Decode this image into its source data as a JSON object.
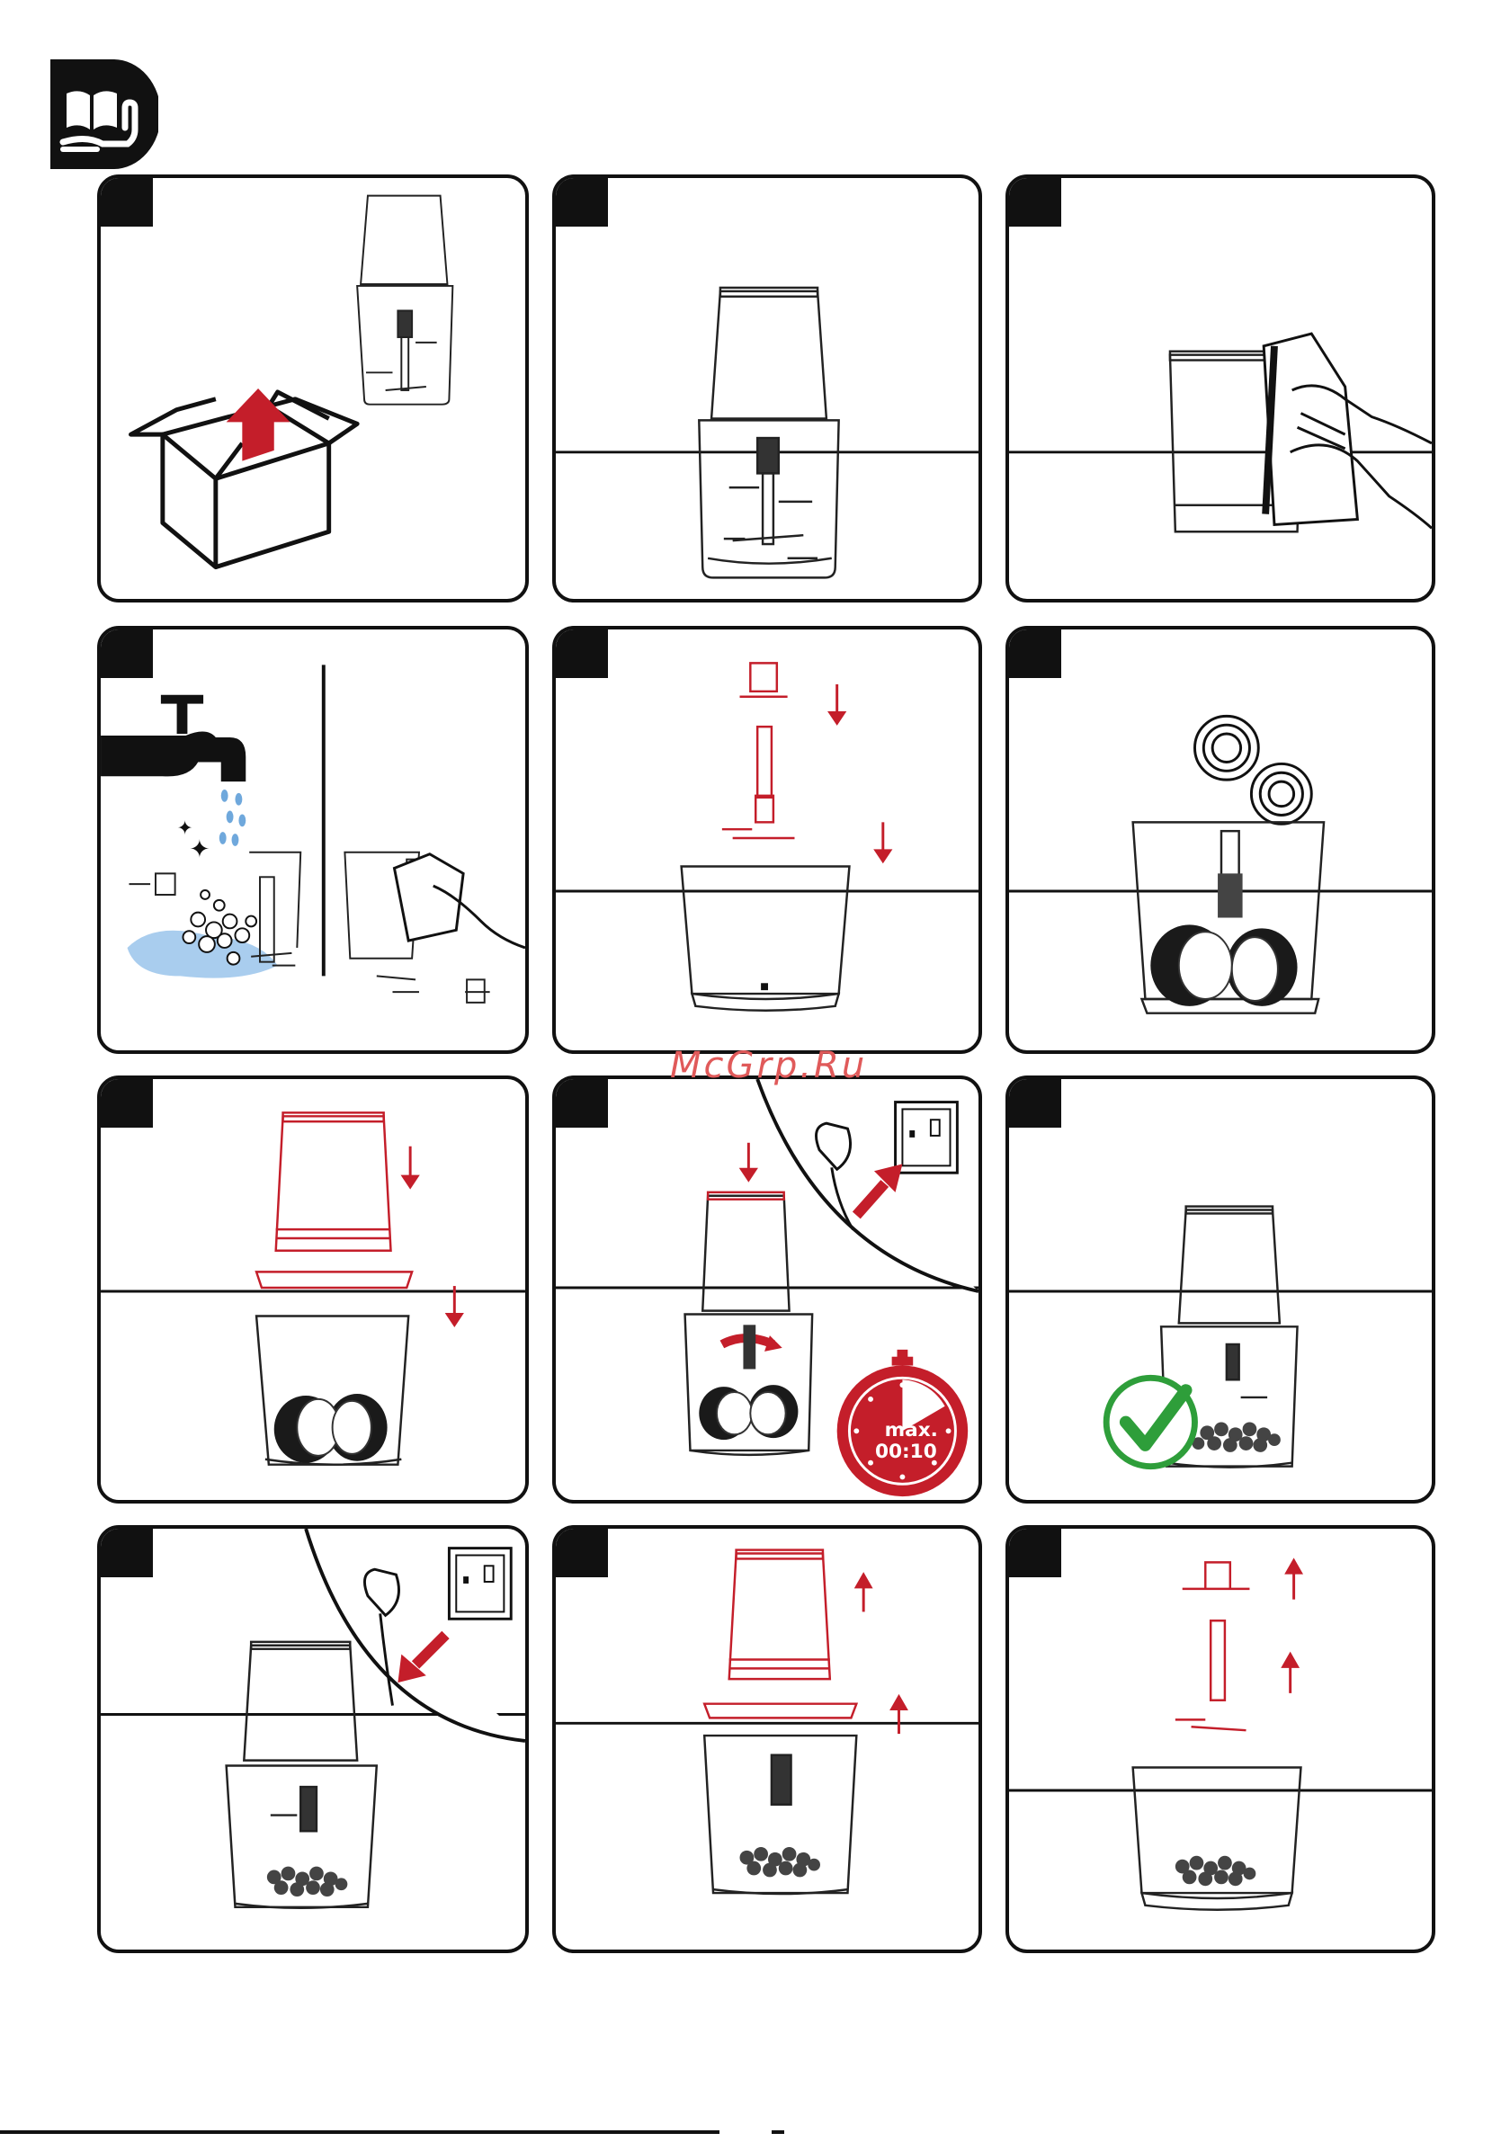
{
  "watermark": "McGrp.Ru",
  "timer": {
    "line1": "max.",
    "line2": "00:10"
  },
  "colors": {
    "ink": "#111111",
    "accent": "#c41e2a",
    "water": "#6fa8dc",
    "check": "#2e9e3a"
  },
  "icons": {
    "header": "book-hand-icon",
    "check": "check-icon",
    "timer": "stopwatch-icon"
  },
  "steps": [
    {
      "id": 1,
      "action": "unpack"
    },
    {
      "id": 2,
      "action": "product"
    },
    {
      "id": 3,
      "action": "wipe-base"
    },
    {
      "id": 4,
      "action": "wash-parts"
    },
    {
      "id": 5,
      "action": "assemble-blade"
    },
    {
      "id": 6,
      "action": "add-food"
    },
    {
      "id": 7,
      "action": "attach-lid-motor"
    },
    {
      "id": 8,
      "action": "plug-in-run"
    },
    {
      "id": 9,
      "action": "result"
    },
    {
      "id": 10,
      "action": "unplug"
    },
    {
      "id": 11,
      "action": "remove-motor-lid"
    },
    {
      "id": 12,
      "action": "remove-blade"
    }
  ]
}
